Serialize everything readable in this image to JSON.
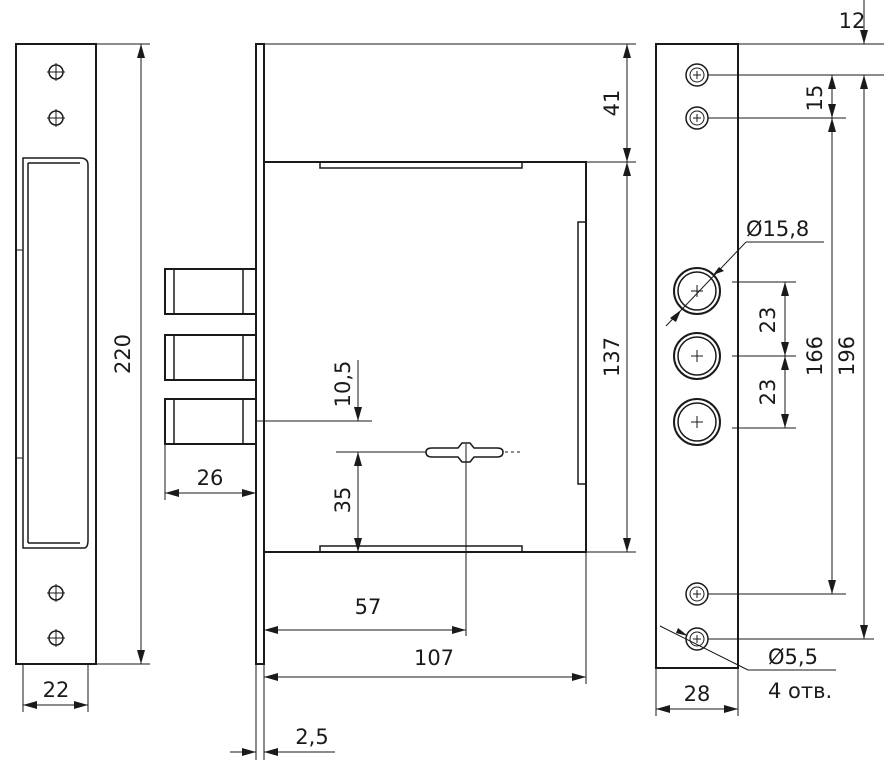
{
  "drawing": {
    "dimensions": {
      "strike_height": "220",
      "strike_width": "22",
      "backset_bolts": "26",
      "bolt_to_key_offset": "10,5",
      "key_to_bottom": "35",
      "key_backset": "57",
      "case_width": "107",
      "faceplate_thickness": "2,5",
      "case_top_offset": "41",
      "case_height": "137",
      "plate_top_offset": "12",
      "screw_pitch_top": "15",
      "bolt_hole_diameter": "Ø15,8",
      "bolt_pitch_1": "23",
      "bolt_pitch_2": "23",
      "screw_spacing": "166",
      "screw_total": "196",
      "screw_hole_diameter": "Ø5,5",
      "screw_hole_count": "4 отв.",
      "plate_width": "28"
    }
  }
}
